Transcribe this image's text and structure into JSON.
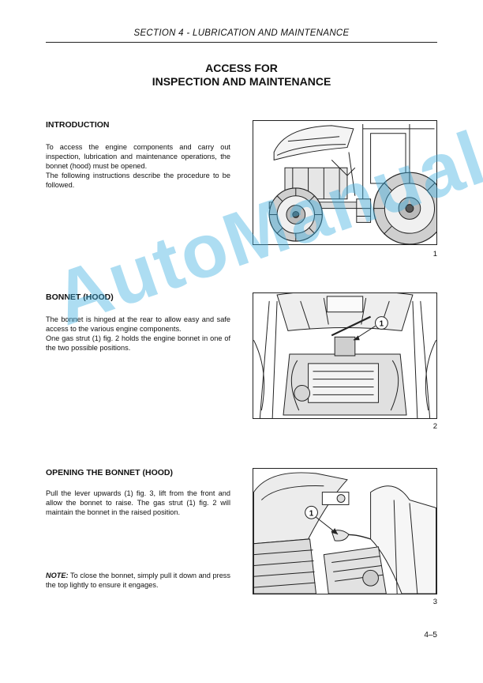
{
  "header": {
    "section": "SECTION 4  - LUBRICATION AND MAINTENANCE"
  },
  "title": {
    "line1": "ACCESS FOR",
    "line2": "INSPECTION AND MAINTENANCE"
  },
  "sections": [
    {
      "heading": "INTRODUCTION",
      "paragraphs": [
        "To access the engine components and carry out inspection, lubrication and maintenance operations, the bonnet (hood) must be opened.",
        "The following instructions describe the procedure to be followed."
      ]
    },
    {
      "heading": "BONNET (HOOD)",
      "paragraphs": [
        "The bonnet is hinged at the rear to allow easy and safe access to the various engine components.",
        "One gas strut (1) fig. 2 holds the engine bonnet in one of the two possible positions."
      ]
    },
    {
      "heading": "OPENING THE BONNET (HOOD)",
      "paragraphs": [
        "Pull the lever upwards (1) fig. 3, lift from the front and allow the bonnet to raise. The gas strut (1) fig. 2 will maintain the bonnet in the raised position."
      ],
      "note": {
        "label": "NOTE:",
        "text": " To close the bonnet, simply pull it down and press the top lightly to ensure it engages."
      }
    }
  ],
  "figures": [
    {
      "number": "1",
      "callout": ""
    },
    {
      "number": "2",
      "callout": "1"
    },
    {
      "number": "3",
      "callout": "1"
    }
  ],
  "page_number": "4–5",
  "watermark": "AutoManual",
  "colors": {
    "watermark": "#3cafe1",
    "ink": "#111111"
  }
}
